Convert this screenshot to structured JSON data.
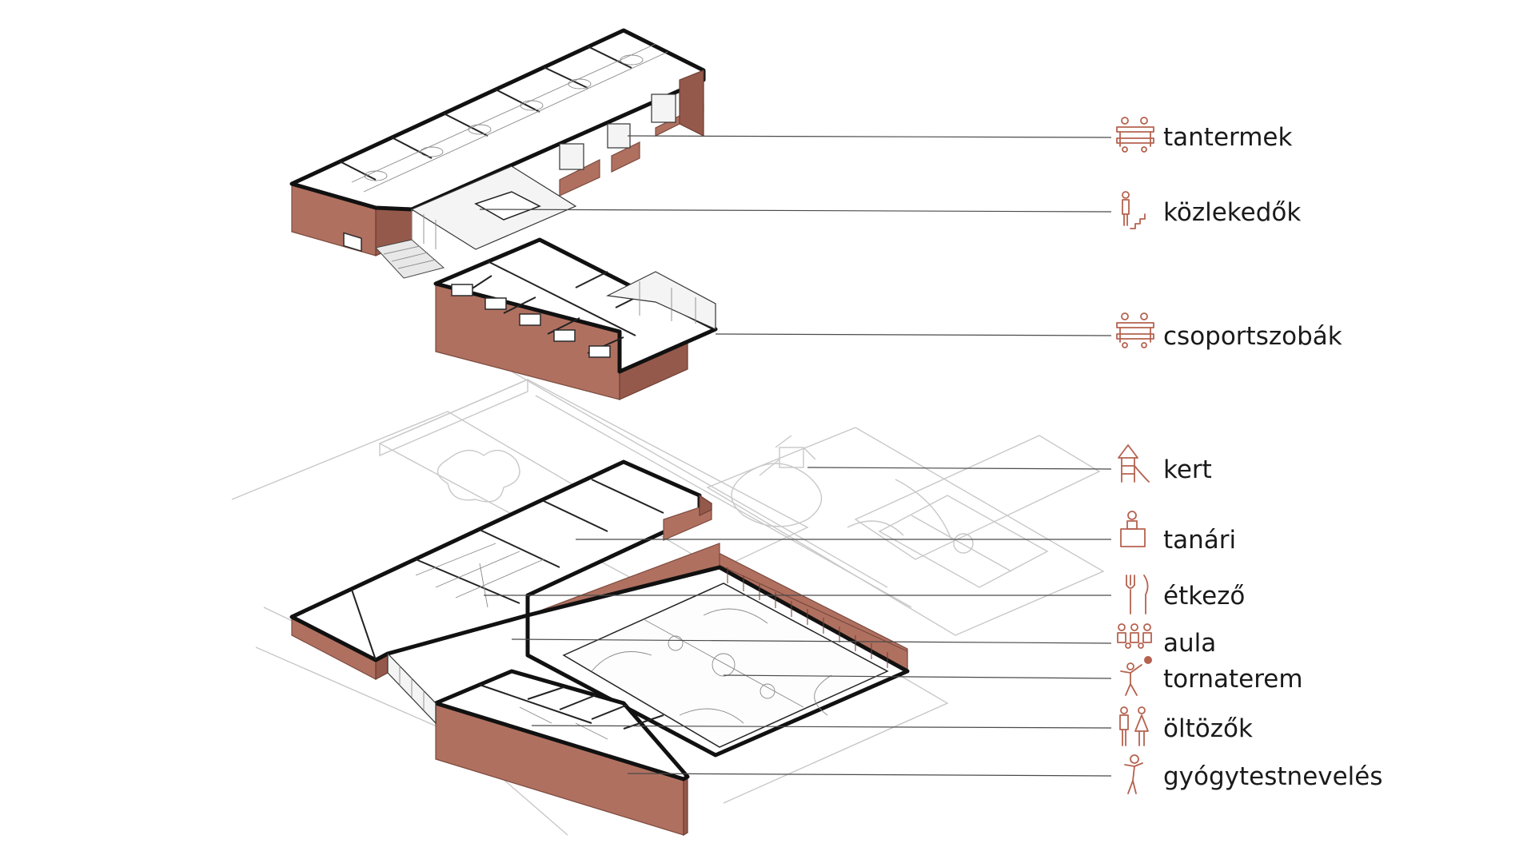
{
  "colors": {
    "accent": "#b5624f",
    "brick": "#b07060",
    "ink": "#111111",
    "ghost": "#c8c8c8"
  },
  "legend": [
    {
      "label": "tantermek",
      "icon": "classroom-icon"
    },
    {
      "label": "közlekedők",
      "icon": "stairs-person-icon"
    },
    {
      "label": "csoportszobák",
      "icon": "group-room-icon"
    },
    {
      "label": "kert",
      "icon": "playground-slide-icon"
    },
    {
      "label": "tanári",
      "icon": "teacher-desk-icon"
    },
    {
      "label": "étkező",
      "icon": "fork-knife-icon"
    },
    {
      "label": "aula",
      "icon": "people-crowd-icon"
    },
    {
      "label": "tornaterem",
      "icon": "gymnast-ball-icon"
    },
    {
      "label": "öltözők",
      "icon": "man-woman-icon"
    },
    {
      "label": "gyógytestnevelés",
      "icon": "therapy-person-icon"
    }
  ]
}
